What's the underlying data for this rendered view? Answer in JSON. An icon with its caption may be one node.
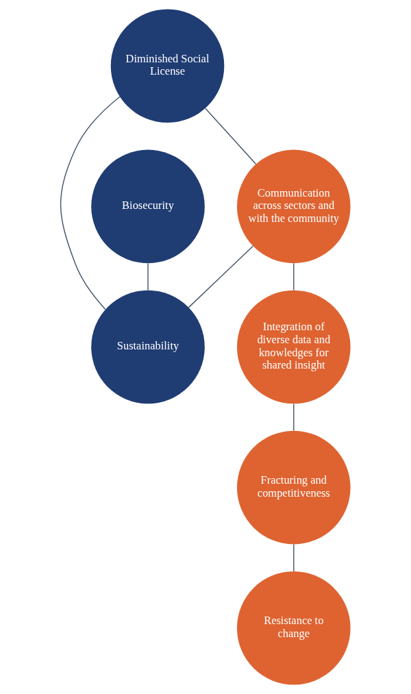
{
  "diagram": {
    "nodes": [
      {
        "text": [
          "Diminished Social License"
        ]
      },
      {
        "text": [
          "Communication across sectors and with the community"
        ]
      },
      {
        "text": [
          "Biosecurity"
        ]
      },
      {
        "text": [
          "Sustainability"
        ]
      },
      {
        "text": [
          "Integration of diverse data and knowledges for shared insight"
        ]
      },
      {
        "text": [
          "Resistance to change"
        ]
      },
      {
        "text": [
          "Fracturing and competitiveness"
        ]
      }
    ],
    "edges": [
      {
        "from": 0,
        "to": 1,
        "arrow": "none"
      },
      {
        "from": 0,
        "to": 3,
        "arrow": "none"
      },
      {
        "from": 2,
        "to": 3,
        "arrow": "none"
      },
      {
        "from": 1,
        "to": 3,
        "arrow": "none"
      },
      {
        "from": 1,
        "to": 4,
        "arrow": "none"
      },
      {
        "from": 4,
        "to": 6,
        "arrow": "none"
      },
      {
        "from": 6,
        "to": 5,
        "arrow": "none"
      }
    ]
  }
}
